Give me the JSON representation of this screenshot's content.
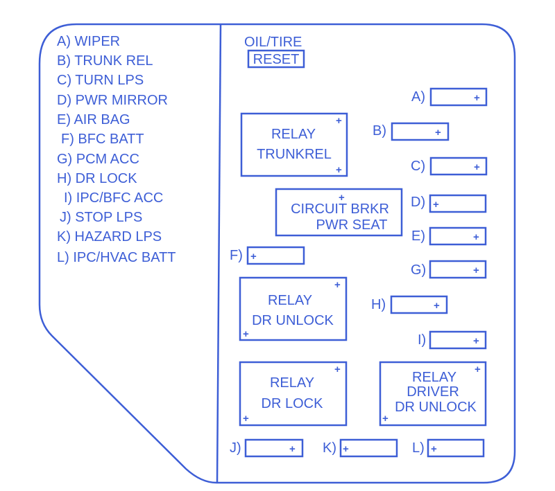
{
  "legend": [
    "A) WIPER",
    "B) TRUNK REL",
    "C) TURN LPS",
    "D) PWR MIRROR",
    "E) AIR BAG",
    "F) BFC BATT",
    "G) PCM ACC",
    "H) DR LOCK",
    "I) IPC/BFC ACC",
    "J) STOP LPS",
    "K) HAZARD LPS",
    "L) IPC/HVAC BATT"
  ],
  "oil_tire": "OIL/TIRE",
  "reset": "RESET",
  "relays": {
    "trunk_rel": [
      "RELAY",
      "TRUNKREL"
    ],
    "circuit_brkr": [
      "CIRCUIT BRKR",
      "PWR SEAT"
    ],
    "dr_unlock": [
      "RELAY",
      "DR UNLOCK"
    ],
    "dr_lock": [
      "RELAY",
      "DR LOCK"
    ],
    "driver_dr_unlock": [
      "RELAY",
      "DRIVER",
      "DR UNLOCK"
    ]
  },
  "fuse_labels": {
    "A": "A)",
    "B": "B)",
    "C": "C)",
    "D": "D)",
    "E": "E)",
    "F": "F)",
    "G": "G)",
    "H": "H)",
    "I": "I)",
    "J": "J)",
    "K": "K)",
    "L": "L)"
  },
  "plus": "+",
  "line_color": "#3d5ed6"
}
